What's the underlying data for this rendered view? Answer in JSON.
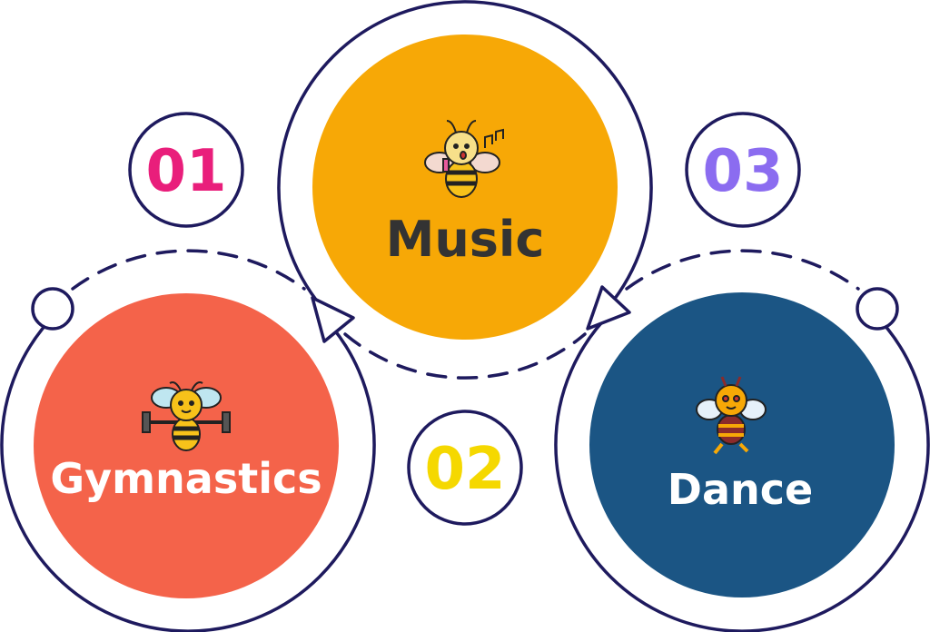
{
  "steps": [
    {
      "number": "01",
      "label": "Gymnastics",
      "icon": "bee-weightlifting-icon"
    },
    {
      "number": "02",
      "label": "Music",
      "icon": "bee-singing-icon"
    },
    {
      "number": "03",
      "label": "Dance",
      "icon": "bee-dancing-icon"
    }
  ],
  "colors": {
    "stroke": "#1e1a5e",
    "gymnastics": "#f4634a",
    "music": "#f7a806",
    "dance": "#1b5584",
    "num01": "#e91e7b",
    "num02": "#f5d800",
    "num03": "#8b6cf0"
  }
}
